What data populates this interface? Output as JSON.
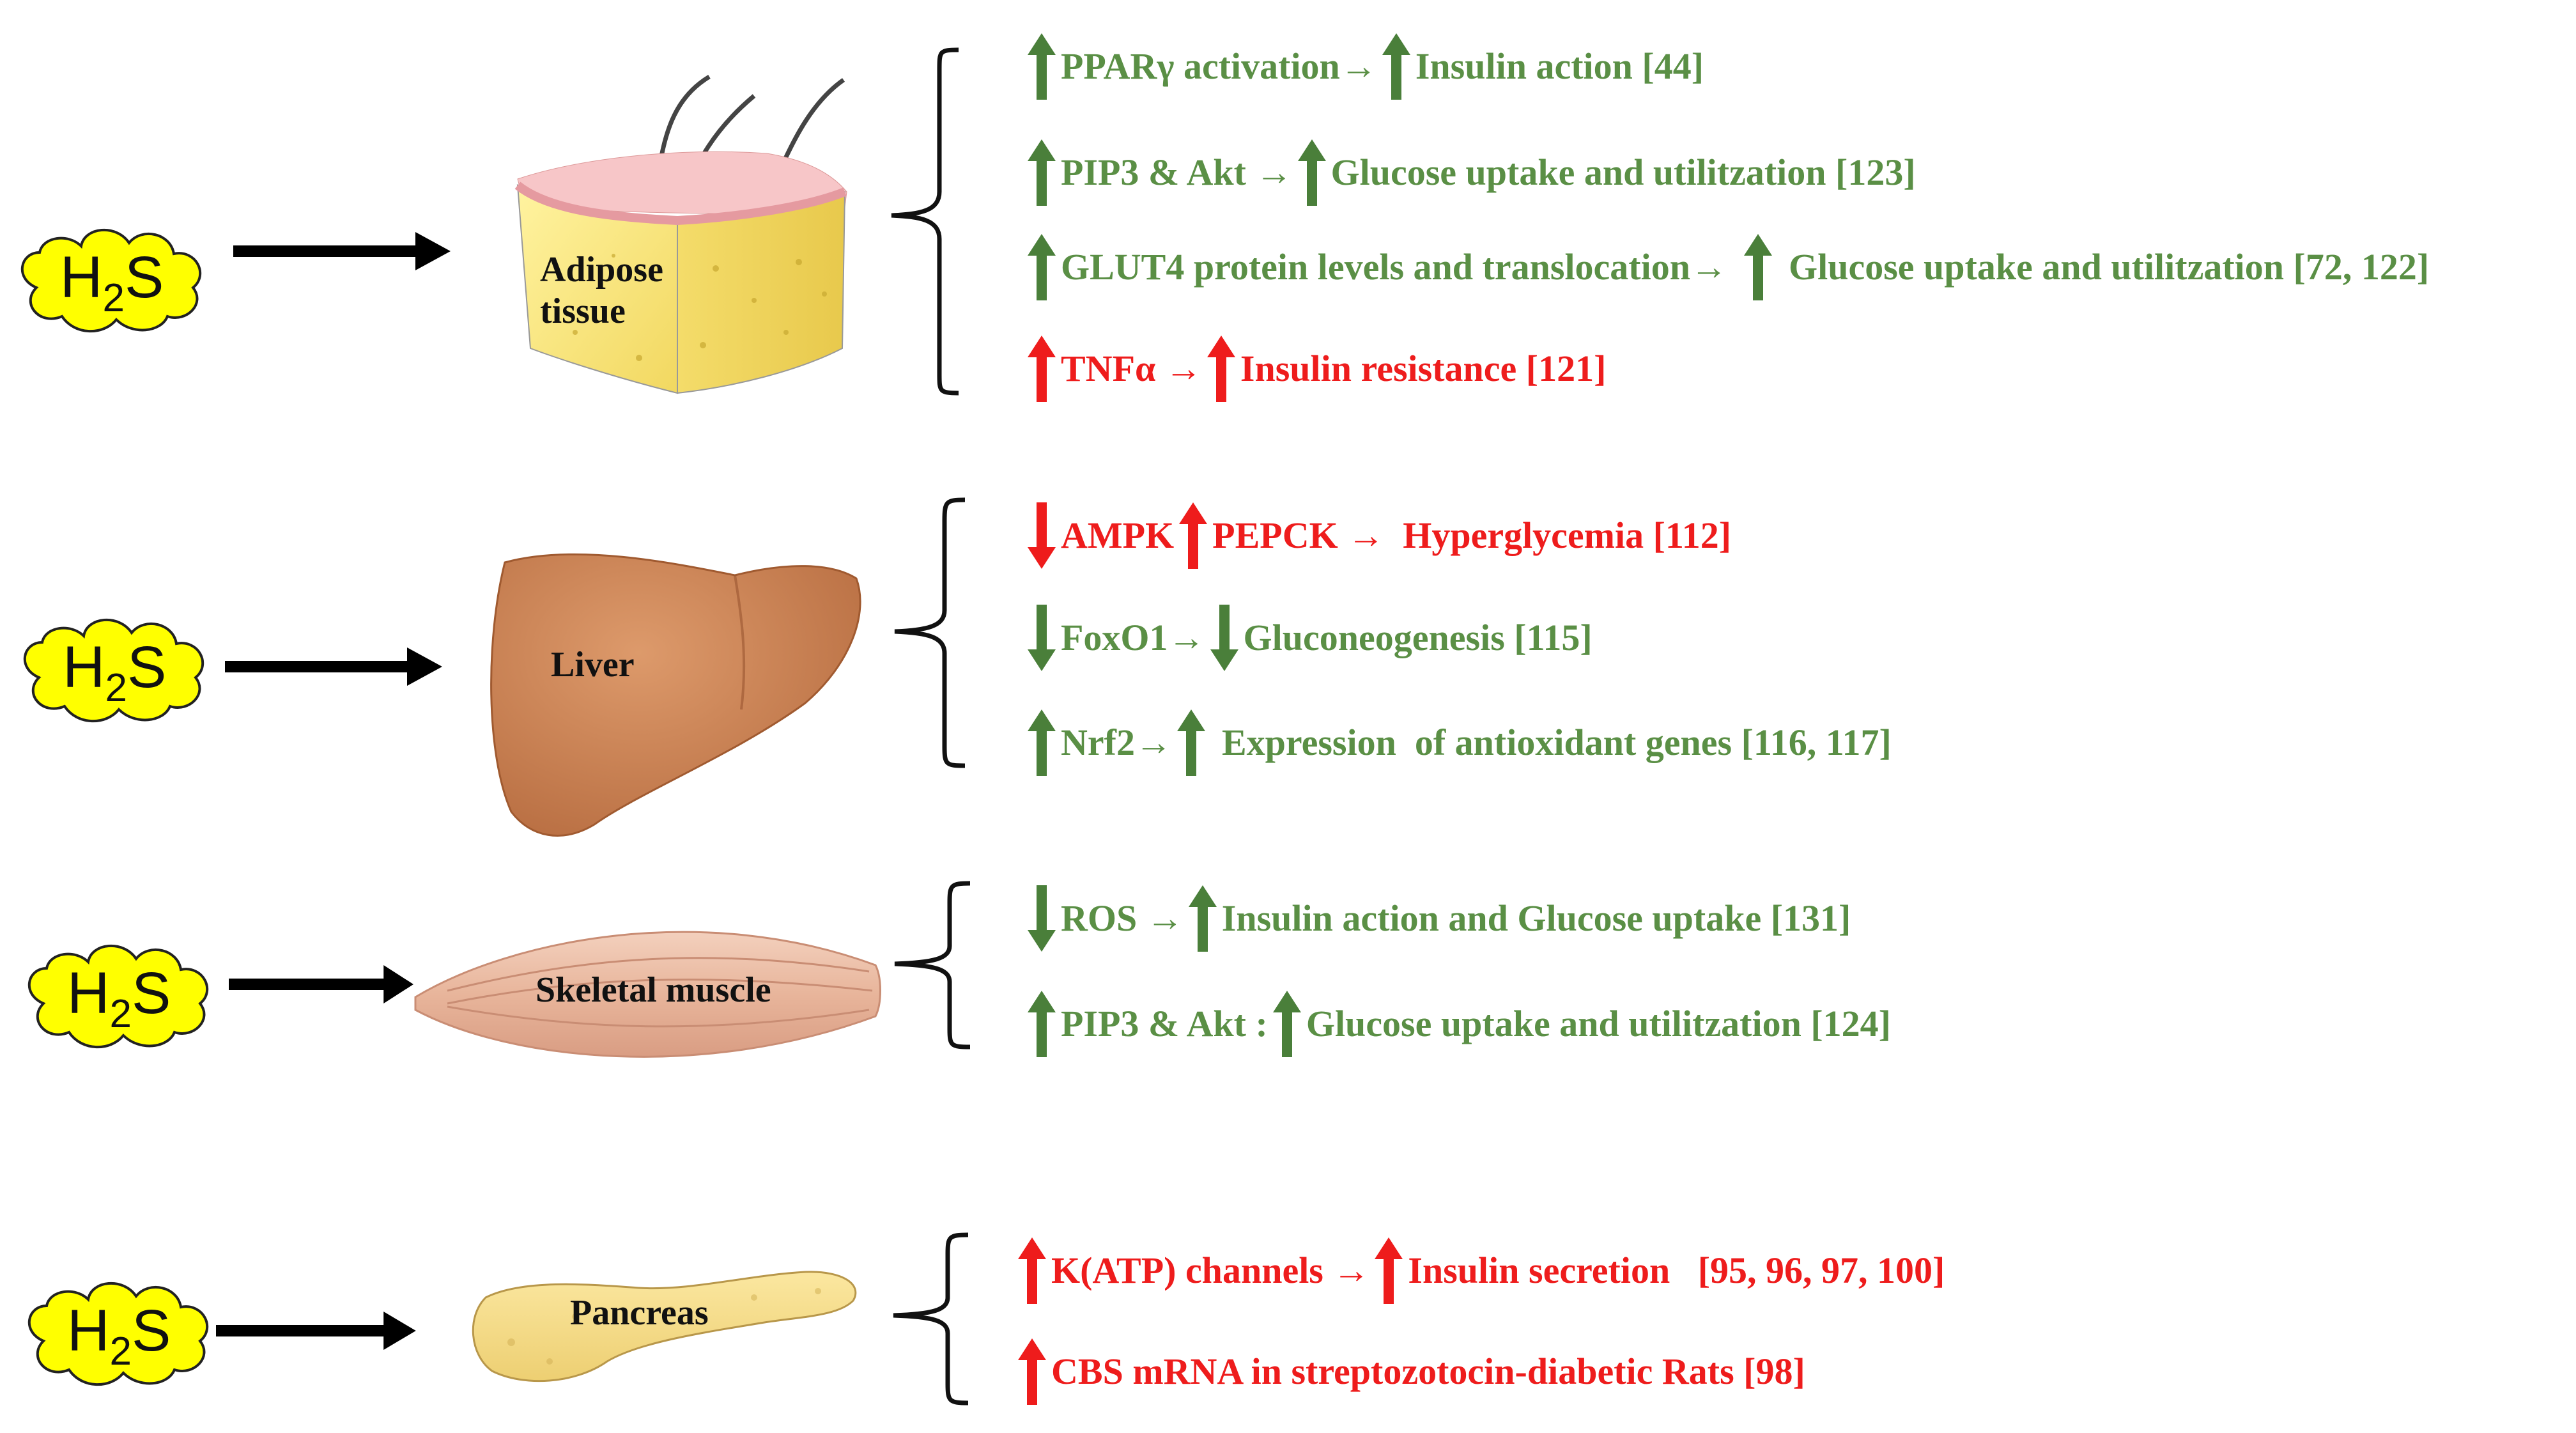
{
  "h2s": {
    "main": "H",
    "sub": "2",
    "tail": "S"
  },
  "organs": {
    "adipose": {
      "line1": "Adipose",
      "line2": "tissue"
    },
    "liver": {
      "label": "Liver"
    },
    "muscle": {
      "label": "Skeletal muscle"
    },
    "pancreas": {
      "label": "Pancreas"
    }
  },
  "colors": {
    "beneficial": "#5a8f45",
    "harmful": "#ee1c1c",
    "h2s_cloud": "#ffff00"
  },
  "icons": [
    "up-arrow-icon",
    "down-arrow-icon",
    "right-arrow-icon",
    "curly-brace-icon",
    "cloud-icon"
  ],
  "effects": {
    "adipose": [
      {
        "t1": "PPARγ activation→",
        "t2": "Insulin action [44]"
      },
      {
        "t1": "PIP3 & Akt →",
        "t2": "Glucose uptake and utilitzation [123]"
      },
      {
        "t1": "GLUT4 protein levels and translocation→",
        "t2": "Glucose uptake and utilitzation [72, 122]"
      },
      {
        "t1": "TNFα →",
        "t2": "Insulin resistance [121]"
      }
    ],
    "liver": [
      {
        "t1": "AMPK",
        "t2": "PEPCK →  Hyperglycemia [112]"
      },
      {
        "t1": "FoxO1→",
        "t2": "Gluconeogenesis [115]"
      },
      {
        "t1": "Nrf2→",
        "t2": "Expression  of antioxidant genes [116, 117]"
      }
    ],
    "muscle": [
      {
        "t1": "ROS →",
        "t2": "Insulin action and Glucose uptake [131]"
      },
      {
        "t1": "PIP3 & Akt :",
        "t2": "Glucose uptake and utilitzation [124]"
      }
    ],
    "pancreas": [
      {
        "t1": "K(ATP) channels →",
        "t2": "Insulin secretion   [95, 96, 97, 100]"
      },
      {
        "t1": "CBS mRNA in streptozotocin-diabetic Rats [98]"
      }
    ]
  }
}
